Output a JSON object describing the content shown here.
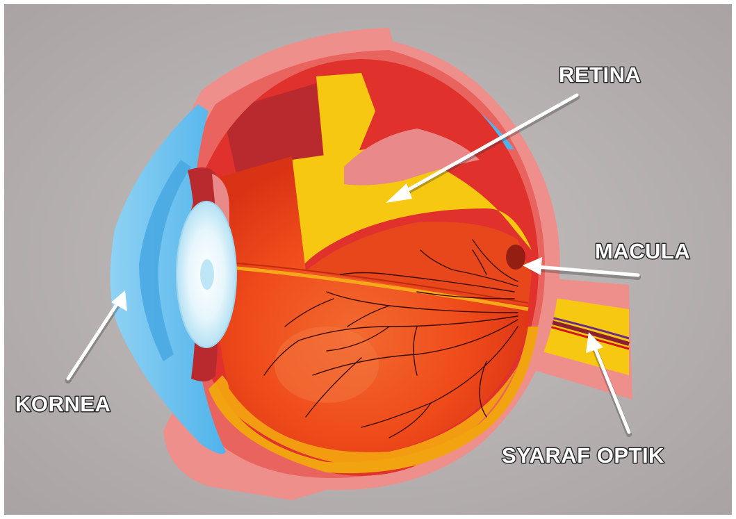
{
  "labels": {
    "retina": "RETINA",
    "macula": "MACULA",
    "kornea": "KORNEA",
    "optic_nerve": "SYARAF OPTIK"
  },
  "colors": {
    "background_gray": "#b3aeae",
    "sclera_pink": "#ef8f8c",
    "choroid_red": "#e1312d",
    "retina_yellow": "#f7c812",
    "vitreous_orange": "#f04e1a",
    "cornea_blue": "#6fc1ef",
    "lens_white": "#e3f4fb",
    "vessel_dark": "#3a0a05"
  }
}
